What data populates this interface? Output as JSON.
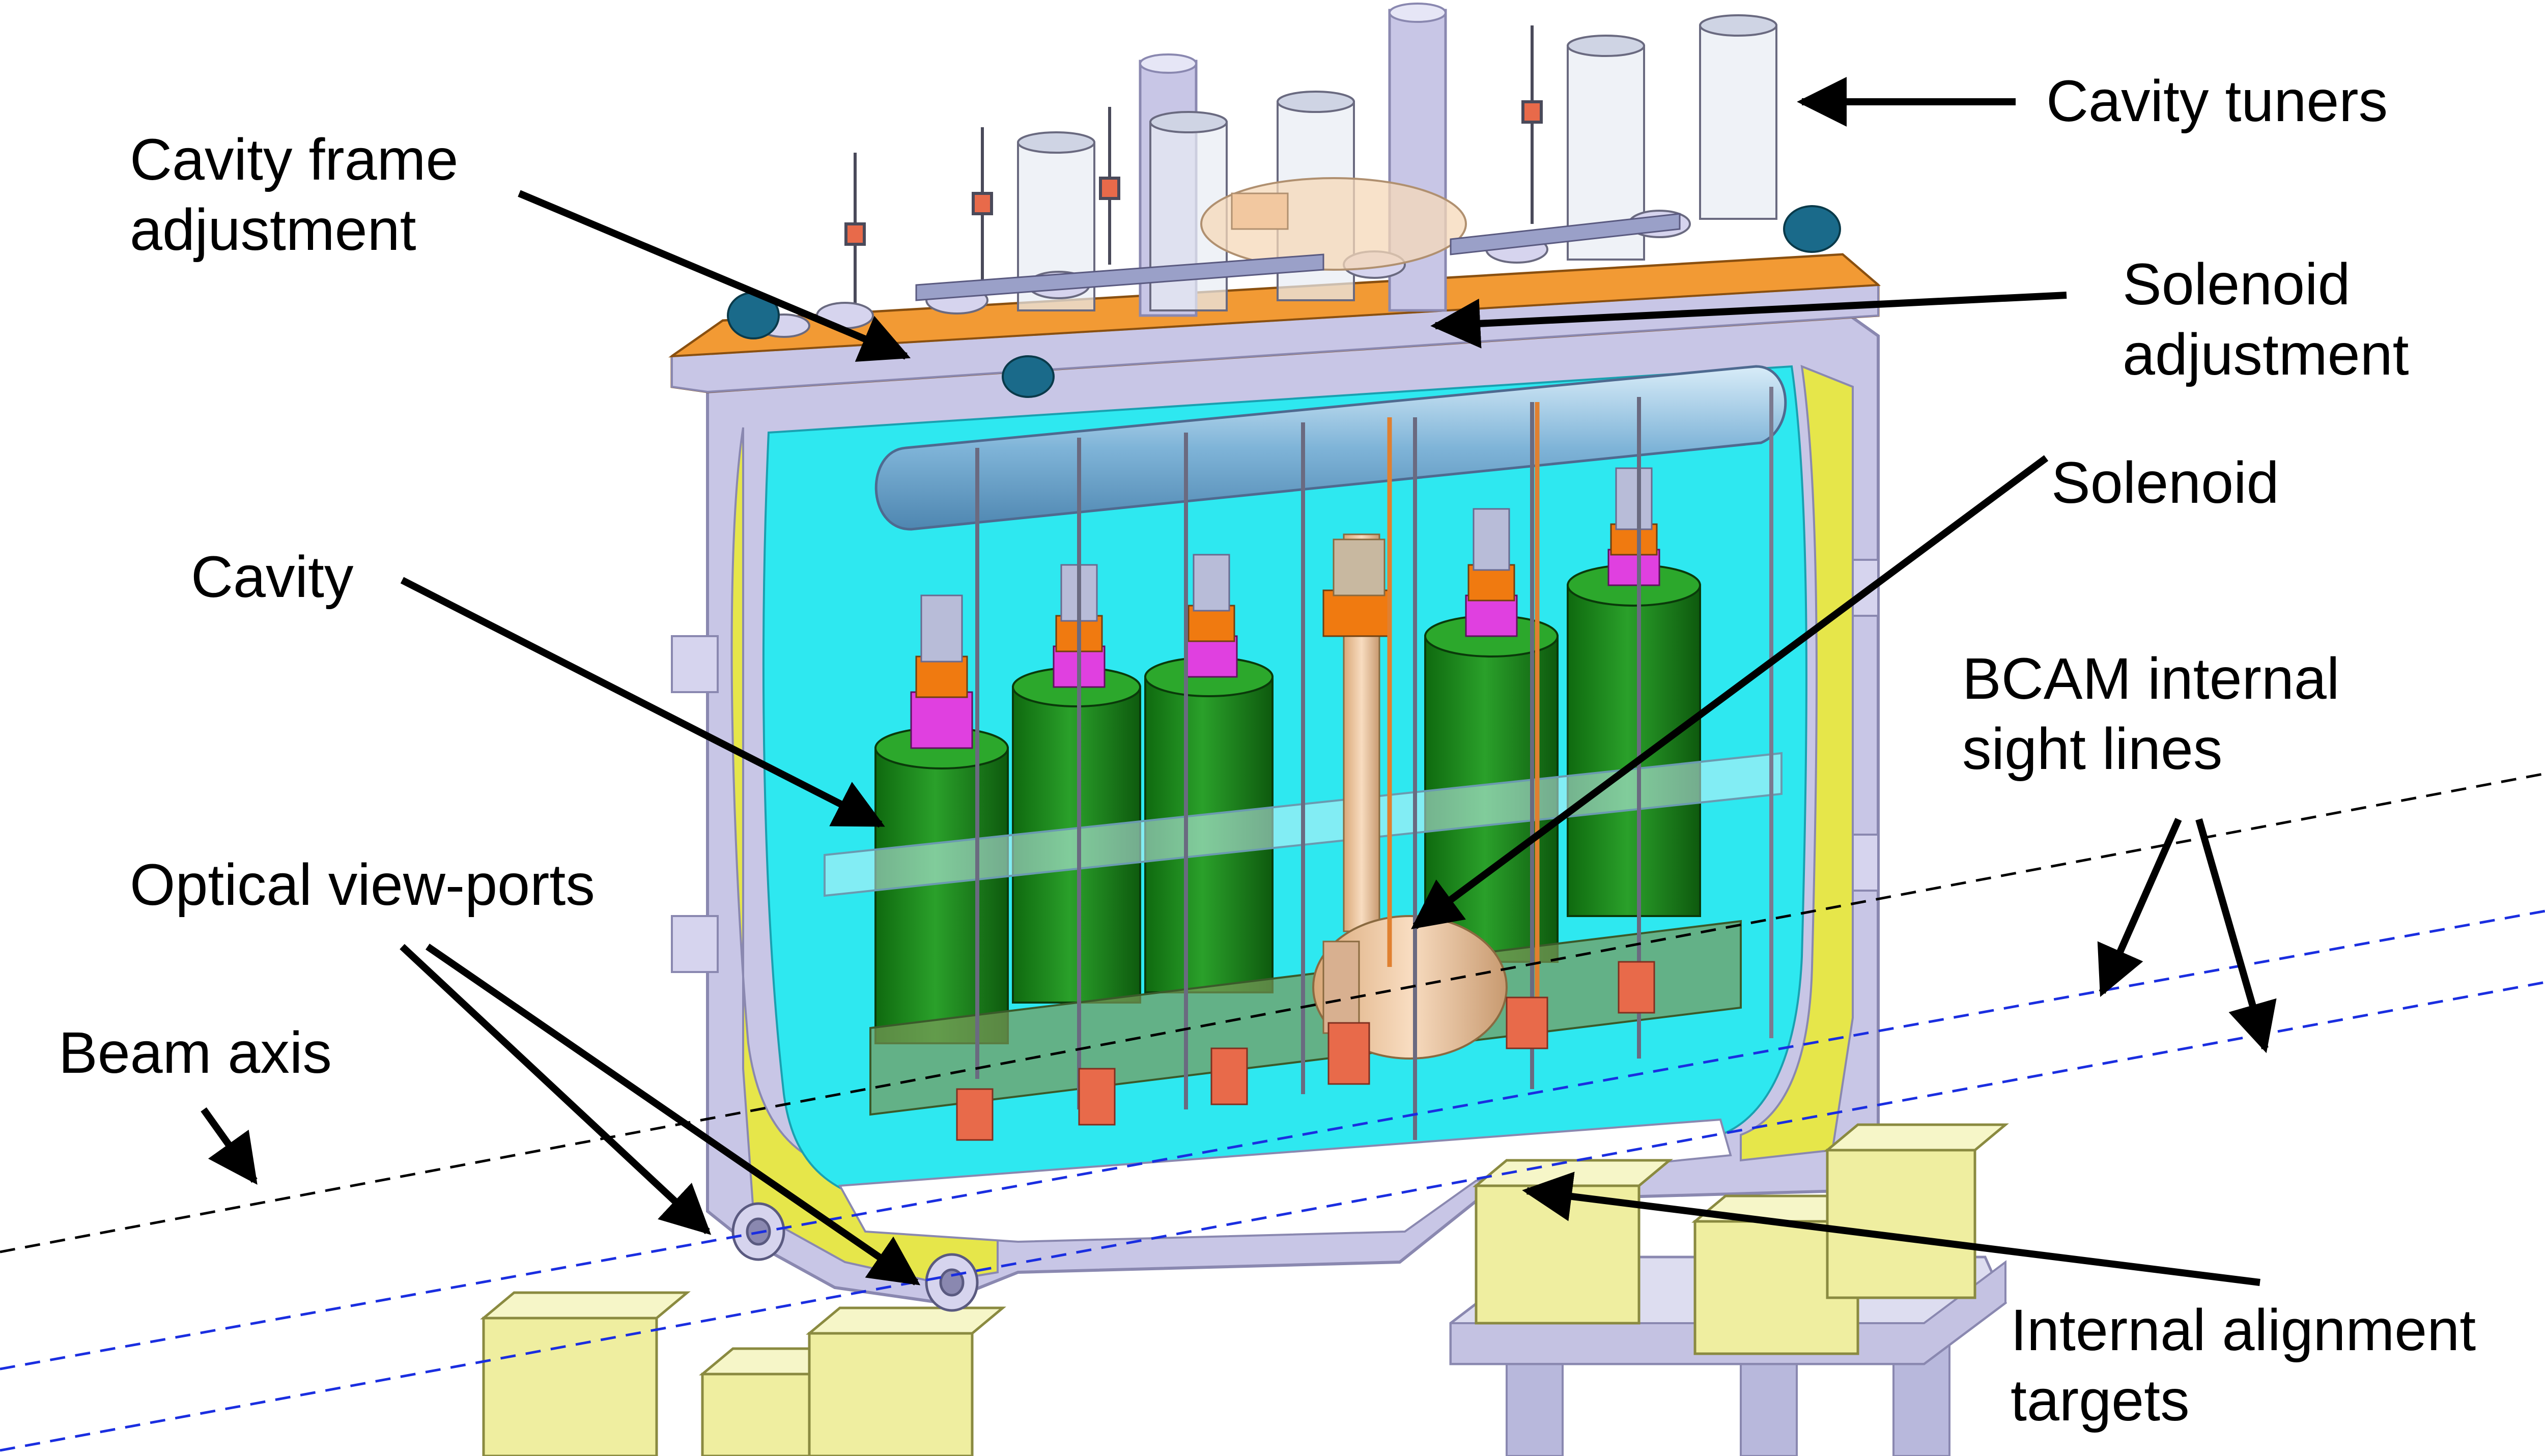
{
  "labels": {
    "cavity_frame_adjustment": [
      "Cavity frame",
      "adjustment"
    ],
    "cavity_tuners": [
      "Cavity tuners"
    ],
    "solenoid_adjustment": [
      "Solenoid",
      "adjustment"
    ],
    "solenoid": [
      "Solenoid"
    ],
    "cavity": [
      "Cavity"
    ],
    "bcam_sight_lines": [
      "BCAM internal",
      "sight lines"
    ],
    "optical_view_ports": [
      "Optical view-ports"
    ],
    "beam_axis": [
      "Beam axis"
    ],
    "internal_alignment_targets": [
      "Internal alignment",
      "targets"
    ]
  },
  "colors": {
    "frame": "#c8c6e6",
    "frame_edge": "#8a88b0",
    "top_plate": "#f08a1c",
    "cyan_interior": "#2ee8f0",
    "yellow_rim": "#e6e64a",
    "cavity_green": "#1f8a1f",
    "collar_orange": "#f07a10",
    "collar_magenta": "#e040e0",
    "solenoid_tan": "#f2c8a0",
    "support_yellow": "#efeea0",
    "bcam_line": "#1a2ee0",
    "beam_line": "#000000"
  }
}
